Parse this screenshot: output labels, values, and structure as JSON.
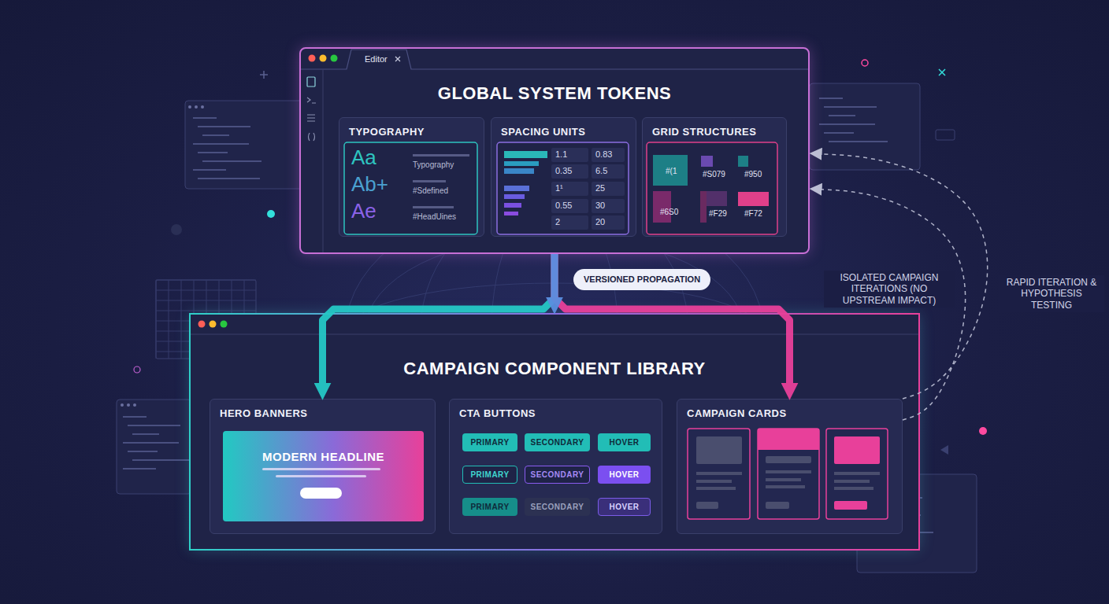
{
  "diagram": {
    "nodes": [
      {
        "text": [
          "GLOBAL SYSTEM TOKENS"
        ]
      },
      {
        "text": [
          "TYPOGRAPHY"
        ],
        "in": 0
      },
      {
        "text": [
          "SPACING UNITS"
        ],
        "in": 0
      },
      {
        "text": [
          "GRID STRUCTURES"
        ],
        "in": 0
      },
      {
        "text": [
          "CAMPAIGN COMPONENT LIBRARY"
        ]
      },
      {
        "text": [
          "HERO BANNERS"
        ],
        "in": 4
      },
      {
        "text": [
          "MODERN HEADLINE"
        ],
        "in": 5
      },
      {
        "text": [
          "CTA BUTTONS"
        ],
        "in": 4
      },
      {
        "text": [
          "PRIMARY"
        ],
        "in": 7
      },
      {
        "text": [
          "SECONDARY"
        ],
        "in": 7
      },
      {
        "text": [
          "HOVER"
        ],
        "in": 7
      },
      {
        "text": [
          "PRIMARY"
        ],
        "in": 7
      },
      {
        "text": [
          "SECONDARY"
        ],
        "in": 7
      },
      {
        "text": [
          "HOVER"
        ],
        "in": 7
      },
      {
        "text": [
          "PRIMARY"
        ],
        "in": 7
      },
      {
        "text": [
          "SECONDARY"
        ],
        "in": 7
      },
      {
        "text": [
          "HOVER"
        ],
        "in": 7
      },
      {
        "text": [
          "CAMPAIGN CARDS"
        ],
        "in": 4
      }
    ],
    "edges": [
      {
        "from": 0,
        "to": 5,
        "arrow": "to"
      },
      {
        "from": 0,
        "to": 4,
        "arrow": "to",
        "label": "VERSIONED PROPAGATION"
      },
      {
        "from": 0,
        "to": 17,
        "arrow": "to"
      },
      {
        "from": 17,
        "to": 0,
        "arrow": "to",
        "label": "ISOLATED CAMPAIGN ITERATIONS (NO UPSTREAM IMPACT)"
      },
      {
        "from": 17,
        "to": 0,
        "arrow": "to",
        "label": "RAPID ITERATION & HYPOTHESIS TESTING"
      }
    ],
    "labels": [
      "Editor",
      "Aa",
      "Ab+",
      "Ae",
      "Typography",
      "#Sdefined",
      "#HeadUines",
      "1.1",
      "0.83",
      "0.35",
      "6.5",
      "1¹",
      "25",
      "0.55",
      "30",
      "2",
      "20",
      "#(1",
      "#S079",
      "#950",
      "#6S0",
      "#F29",
      "#F72"
    ]
  }
}
